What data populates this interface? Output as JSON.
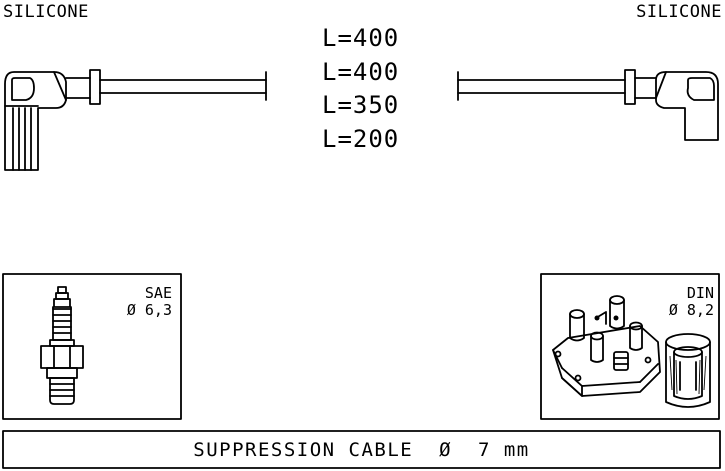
{
  "labels": {
    "left_material": "SILICONE",
    "right_material": "SILICONE"
  },
  "lengths": [
    "L=400",
    "L=400",
    "L=350",
    "L=200"
  ],
  "left_panel": {
    "standard": "SAE",
    "diameter": "Ø 6,3",
    "icon": "spark-plug-icon"
  },
  "right_panel": {
    "standard": "DIN",
    "diameter": "Ø 8,2",
    "icon": "ignition-coil-icon"
  },
  "footer": {
    "text": "SUPPRESSION CABLE  Ø  7 mm"
  }
}
